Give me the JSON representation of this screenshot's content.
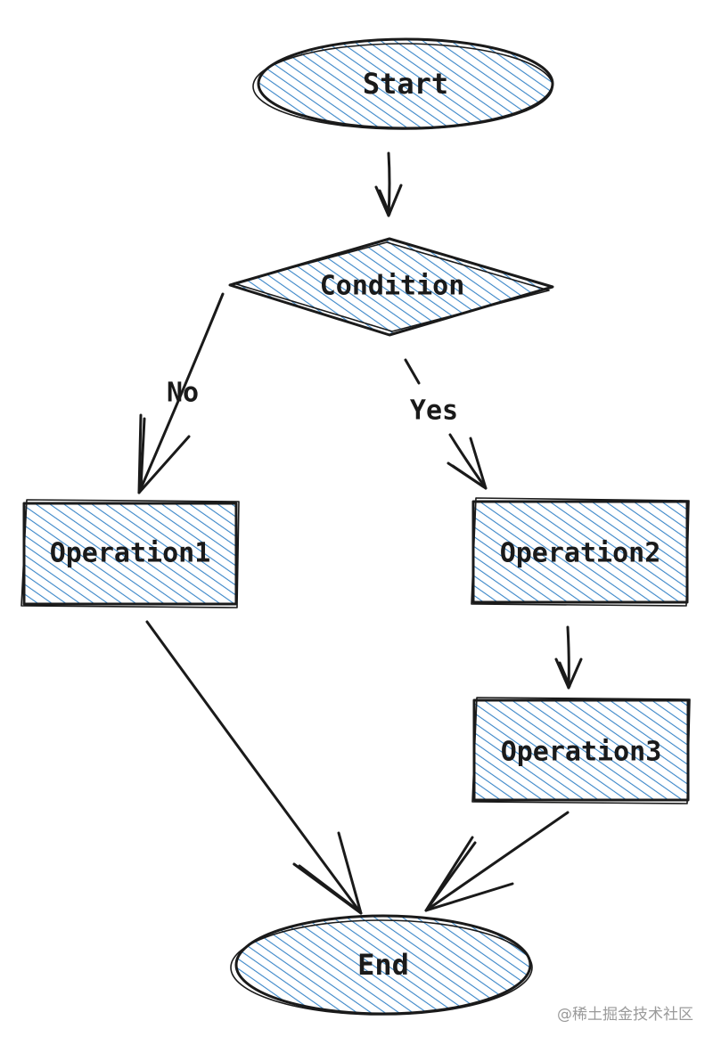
{
  "nodes": {
    "start": "Start",
    "condition": "Condition",
    "operation1": "Operation1",
    "operation2": "Operation2",
    "operation3": "Operation3",
    "end": "End"
  },
  "edges": {
    "no_label": "No",
    "yes_label": "Yes"
  },
  "colors": {
    "hatch": "#3a86c8",
    "stroke": "#1a1a1a"
  },
  "watermark": "@稀土掘金技术社区"
}
